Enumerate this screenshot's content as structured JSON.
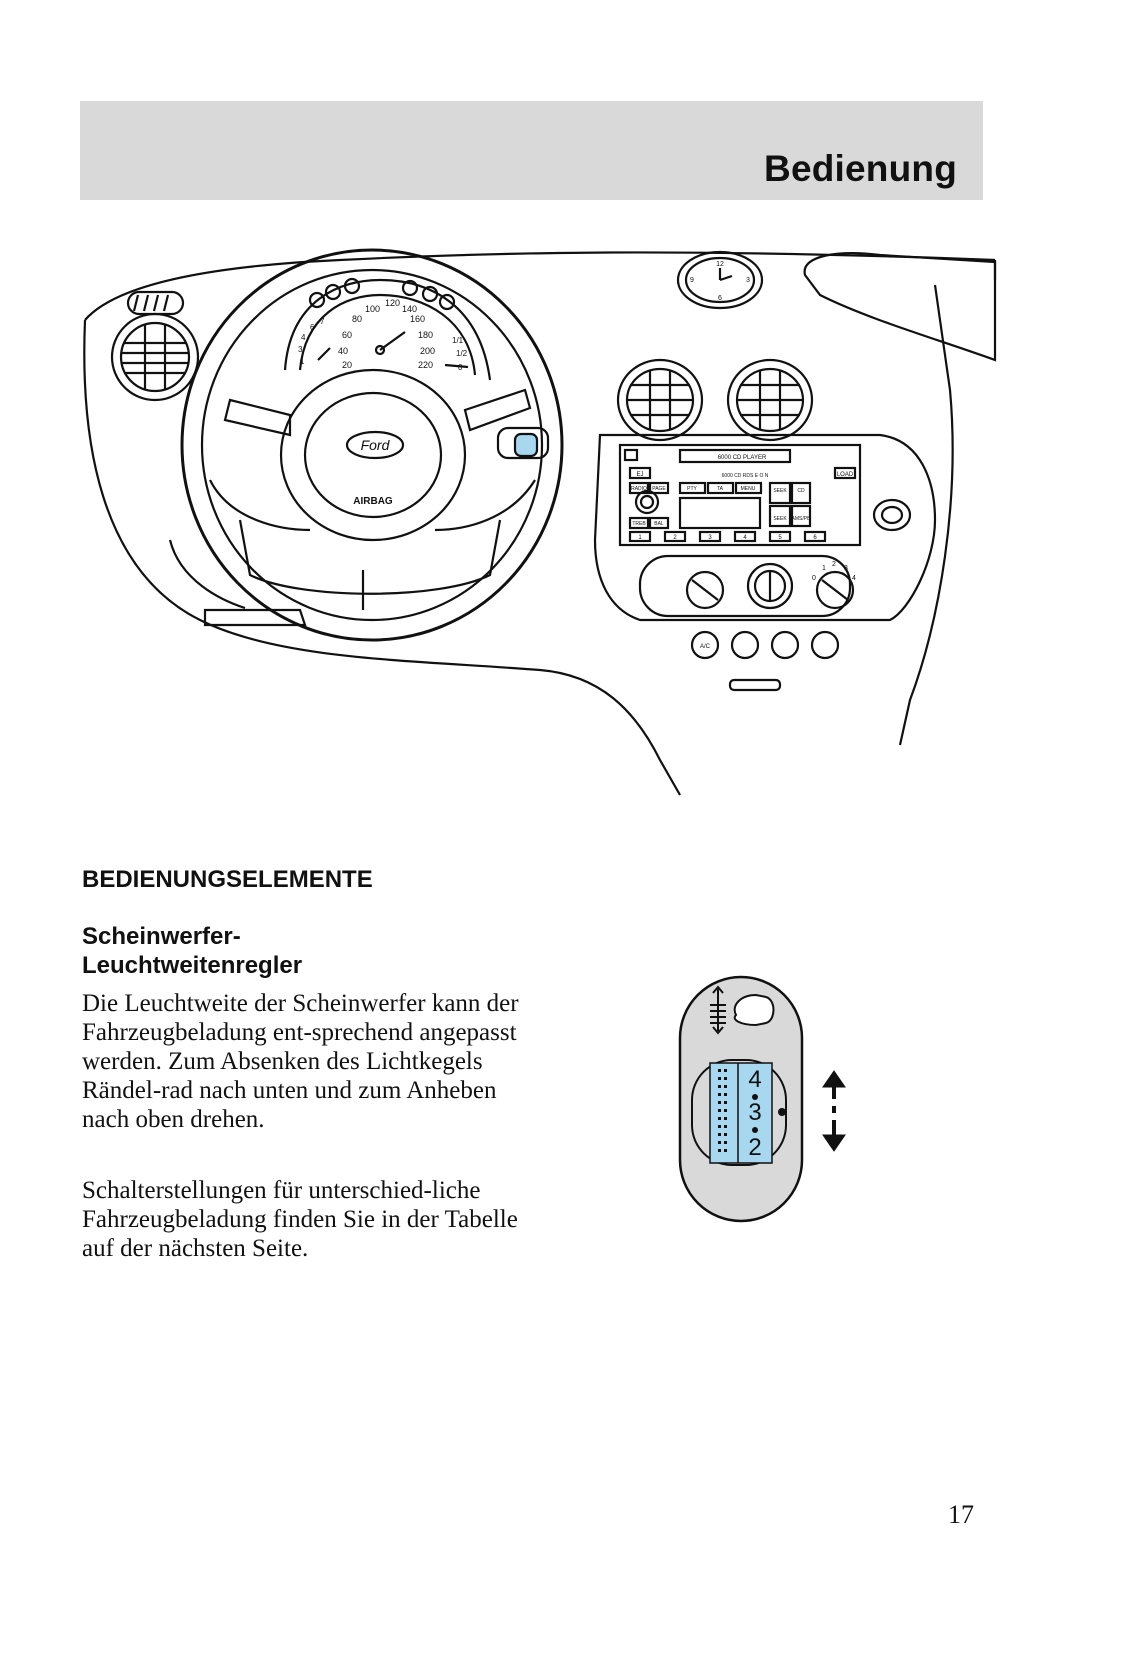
{
  "header": {
    "title": "Bedienung"
  },
  "illustration": {
    "speedo_labels": [
      "20",
      "40",
      "60",
      "80",
      "100",
      "120",
      "140",
      "160",
      "180",
      "200",
      "220"
    ],
    "tacho_labels": [
      "1",
      "2",
      "3",
      "4",
      "5",
      "6",
      "7"
    ],
    "fuel_labels": [
      "1/1",
      "1/2",
      "0"
    ],
    "steering_logo": "Ford",
    "airbag_label": "AIRBAG",
    "radio": {
      "display_text": "6000 CD PLAYER",
      "subtitle": "6000 CD RDS E O N",
      "buttons_top": [
        "EJ",
        "LOAD"
      ],
      "buttons_mid": [
        "RADIO",
        "PAGE",
        "PTY",
        "TA",
        "MENU",
        "SEEK",
        "CD"
      ],
      "buttons_low": [
        "TREB",
        "BAL",
        "SEEK",
        "AMS/PB"
      ],
      "presets": [
        "1",
        "2",
        "3",
        "4",
        "5",
        "6"
      ]
    },
    "clock_labels": [
      "12",
      "3",
      "6",
      "9"
    ],
    "fan_labels": [
      "0",
      "1",
      "2",
      "3",
      "4"
    ],
    "ac_label": "A/C"
  },
  "main": {
    "section_heading": "BEDIENUNGSELEMENTE",
    "sub_heading_line1": "Scheinwerfer-",
    "sub_heading_line2": "Leuchtweitenregler",
    "paragraph1": "Die Leuchtweite der Scheinwerfer kann der Fahrzeugbeladung ent-sprechend angepasst werden. Zum Absenken des Lichtkegels Rändel-rad nach unten und zum Anheben nach oben drehen.",
    "paragraph2": "Schalterstellungen für unterschied-liche Fahrzeugbeladung finden Sie in der Tabelle auf der nächsten Seite."
  },
  "switch": {
    "positions": [
      "4",
      "3",
      "2"
    ],
    "wheel_color": "#a8d8f0"
  },
  "footer": {
    "page_number": "17"
  }
}
